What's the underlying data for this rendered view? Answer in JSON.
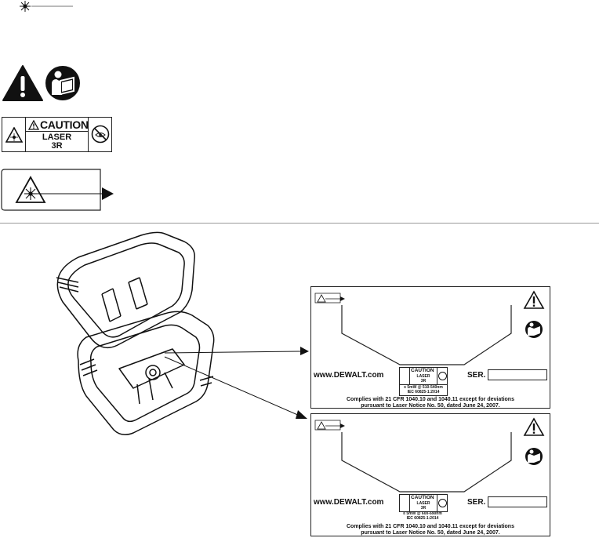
{
  "caution_label": {
    "word": "CAUTION",
    "line1": "LASER",
    "line2": "3R"
  },
  "product_labels": [
    {
      "website": "www.DEWALT.com",
      "serial_label": "SER.",
      "caution": "CAUTION",
      "laser": "LASER",
      "class": "3R",
      "spec1": "≤ 5mW @ 510-540nm",
      "spec2": "IEC 60825-1:2014",
      "compliance1": "Complies with 21 CFR 1040.10 and 1040.11 except for deviations",
      "compliance2": "pursuant to Laser Notice No. 50, dated June 24, 2007."
    },
    {
      "website": "www.DEWALT.com",
      "serial_label": "SER.",
      "caution": "CAUTION",
      "laser": "LASER",
      "class": "3R",
      "spec1": "≤ 5mW @ 600-690nm",
      "spec2": "IEC 60825-1:2014",
      "compliance1": "Complies with 21 CFR 1040.10 and 1040.11 except for deviations",
      "compliance2": "pursuant to Laser Notice No. 50, dated June 24, 2007."
    }
  ],
  "icons": [
    "laser-starburst-icon",
    "warning-triangle-icon",
    "read-manual-icon",
    "no-eye-exposure-icon",
    "arrow-icon"
  ],
  "colors": {
    "ink": "#111111",
    "rule": "#9a9a9a"
  }
}
